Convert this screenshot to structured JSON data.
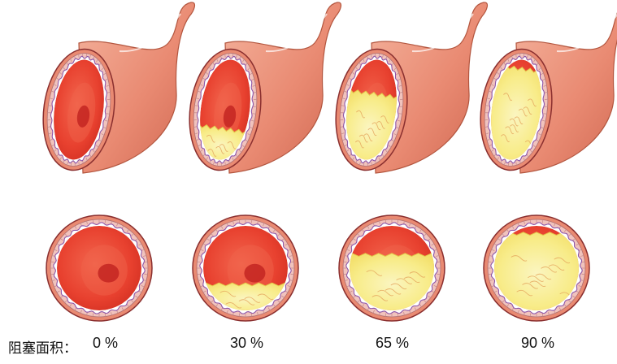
{
  "diagram": {
    "row_label_prefix": "阻塞面积：",
    "stages": [
      {
        "label": "0 %",
        "occlusion": 0.0
      },
      {
        "label": "30 %",
        "occlusion": 0.3
      },
      {
        "label": "65 %",
        "occlusion": 0.65
      },
      {
        "label": "90 %",
        "occlusion": 0.9
      }
    ],
    "colors": {
      "vessel_outer": "#e98a72",
      "vessel_outer_light": "#f4b7a3",
      "vessel_outer_dark": "#c95f4a",
      "wall_band": "#f1c3bd",
      "wall_line": "#8a2f2f",
      "intima_wave": "#8e57a8",
      "blood": "#e8412f",
      "blood_dark": "#c0221f",
      "blood_light": "#f0634b",
      "plaque": "#f7ea7e",
      "plaque_light": "#fbf5c0",
      "plaque_vein": "#e4a35a"
    }
  }
}
